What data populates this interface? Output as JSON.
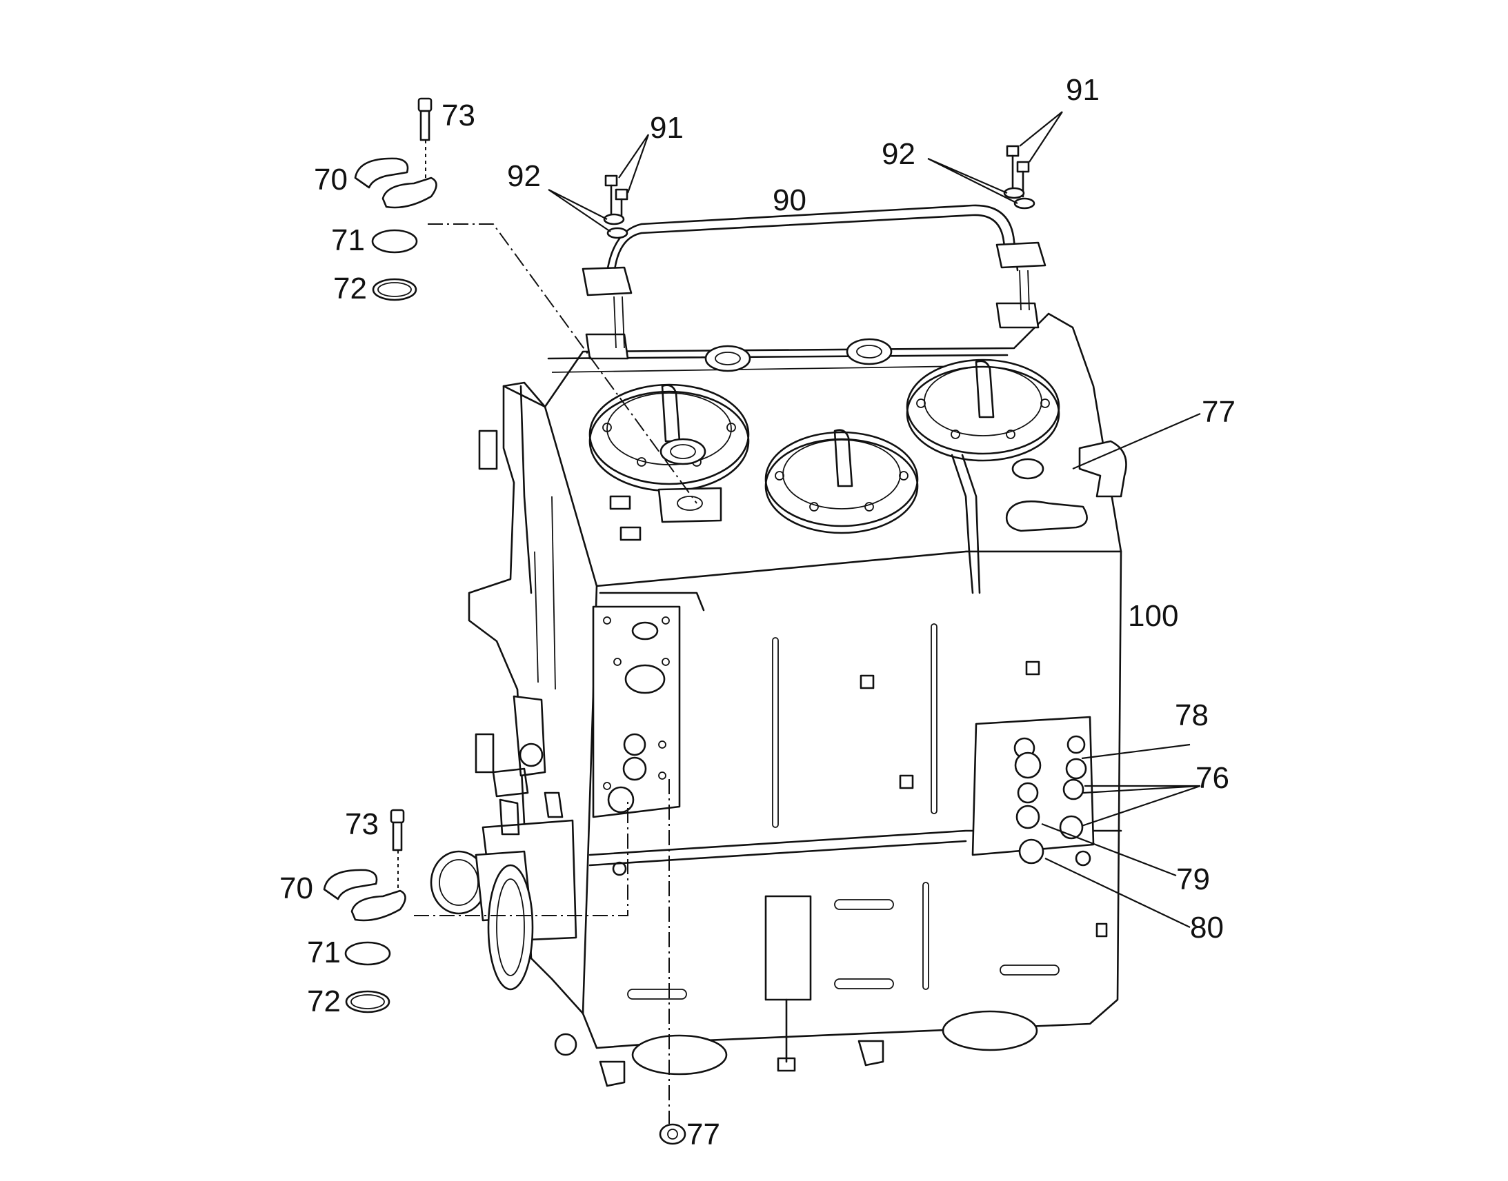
{
  "figure": {
    "callouts": {
      "c70a": "70",
      "c71a": "71",
      "c72a": "72",
      "c73a": "73",
      "c70b": "70",
      "c71b": "71",
      "c72b": "72",
      "c73b": "73",
      "c91a": "91",
      "c92a": "92",
      "c91b": "91",
      "c92b": "92",
      "c90": "90",
      "c77a": "77",
      "c77b": "77",
      "c100": "100",
      "c78": "78",
      "c76": "76",
      "c79": "79",
      "c80": "80"
    },
    "line_color": "#111111",
    "background": "#ffffff"
  }
}
